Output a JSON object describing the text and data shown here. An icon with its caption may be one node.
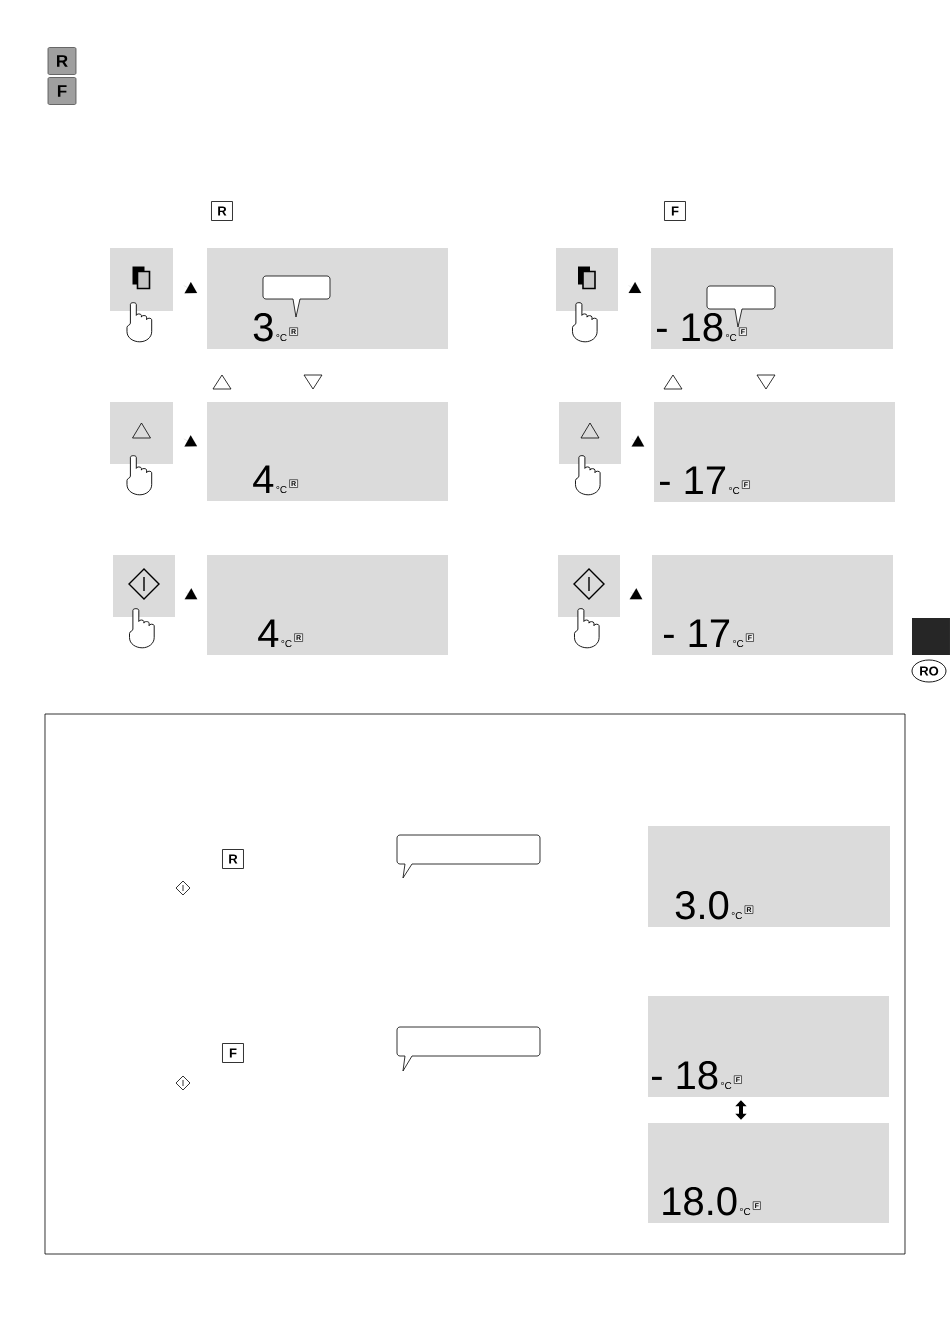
{
  "diagram": {
    "nodes": [
      {
        "text": [],
        "shape": "box"
      },
      {
        "text": [
          "3",
          "°C",
          "R"
        ]
      },
      {
        "text": [],
        "shape": "box"
      },
      {
        "text": [
          "4",
          "°C",
          "R"
        ]
      },
      {
        "text": [],
        "shape": "box"
      },
      {
        "text": [
          "4",
          "°C",
          "R"
        ]
      },
      {
        "text": [],
        "shape": "box"
      },
      {
        "text": [
          "- 18",
          "°C",
          "F"
        ]
      },
      {
        "text": [],
        "shape": "box"
      },
      {
        "text": [
          "- 17",
          "°C",
          "F"
        ]
      },
      {
        "text": [],
        "shape": "box"
      },
      {
        "text": [
          "- 17",
          "°C",
          "F"
        ]
      },
      {
        "text": [],
        "shape": "box"
      },
      {
        "text": [
          "3.0",
          "°C",
          "R"
        ],
        "in": 12
      },
      {
        "text": [
          "- 18",
          "°C",
          "F"
        ],
        "in": 12
      },
      {
        "text": [
          "18.0",
          "°C",
          "F"
        ],
        "in": 12
      },
      {
        "text": [],
        "shape": "bubble",
        "in": 1
      },
      {
        "text": [],
        "shape": "bubble",
        "in": 7
      },
      {
        "text": [],
        "shape": "bubble",
        "in": 12
      },
      {
        "text": [],
        "shape": "bubble",
        "in": 12
      }
    ],
    "edges": [
      {
        "from": 0,
        "to": 1,
        "arrow": "to"
      },
      {
        "from": 2,
        "to": 3,
        "arrow": "to"
      },
      {
        "from": 4,
        "to": 5,
        "arrow": "to"
      },
      {
        "from": 6,
        "to": 7,
        "arrow": "to"
      },
      {
        "from": 8,
        "to": 9,
        "arrow": "to"
      },
      {
        "from": 10,
        "to": 11,
        "arrow": "to"
      },
      {
        "from": 14,
        "to": 15,
        "arrow": "both",
        "style": "thick"
      }
    ],
    "labels": [
      "R",
      "F",
      "R",
      "F",
      "RO",
      "R",
      "F"
    ]
  }
}
